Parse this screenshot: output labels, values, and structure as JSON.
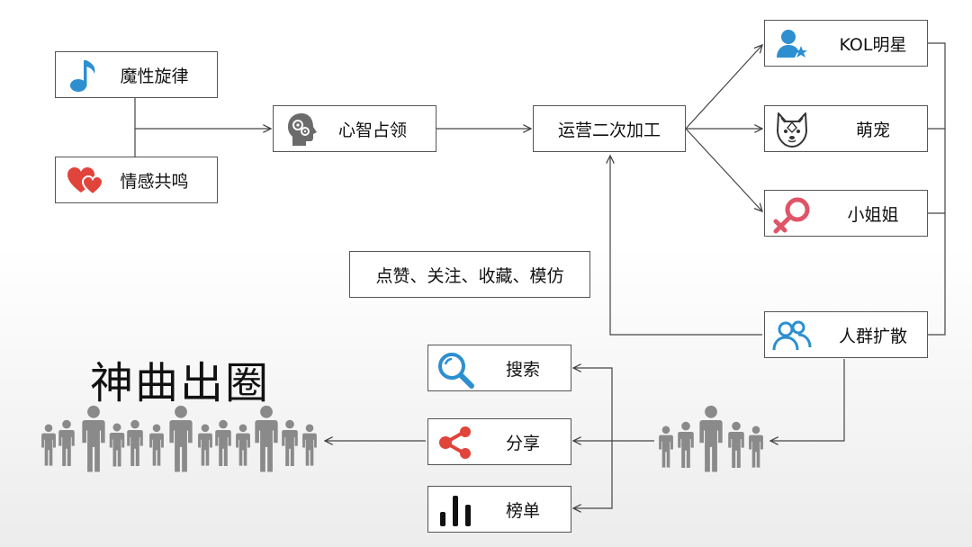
{
  "nodes": {
    "magic_melody": "魔性旋律",
    "emotional_resonance": "情感共鸣",
    "mind_share": "心智占领",
    "secondary_processing": "运营二次加工",
    "kol_celebrity": "KOL明星",
    "cute_pets": "萌宠",
    "young_women": "小姐姐",
    "crowd_spread": "人群扩散",
    "search": "搜索",
    "share": "分享",
    "ranking": "榜单"
  },
  "note": "点赞、关注、收藏、模仿",
  "headline": "神曲出圈",
  "icons": {
    "magic_melody": "music-note-icon",
    "emotional_resonance": "hearts-icon",
    "mind_share": "head-gears-icon",
    "kol_celebrity": "user-star-icon",
    "cute_pets": "husky-icon",
    "young_women": "female-symbol-icon",
    "crowd_spread": "group-icon",
    "search": "magnifier-icon",
    "share": "share-icon",
    "ranking": "bar-chart-icon"
  },
  "colors": {
    "icon_blue": "#2d8fd0",
    "icon_red": "#e0443a",
    "icon_pink": "#e05468",
    "icon_gray": "#6b6b6b",
    "people_gray": "#8a8a8a"
  }
}
